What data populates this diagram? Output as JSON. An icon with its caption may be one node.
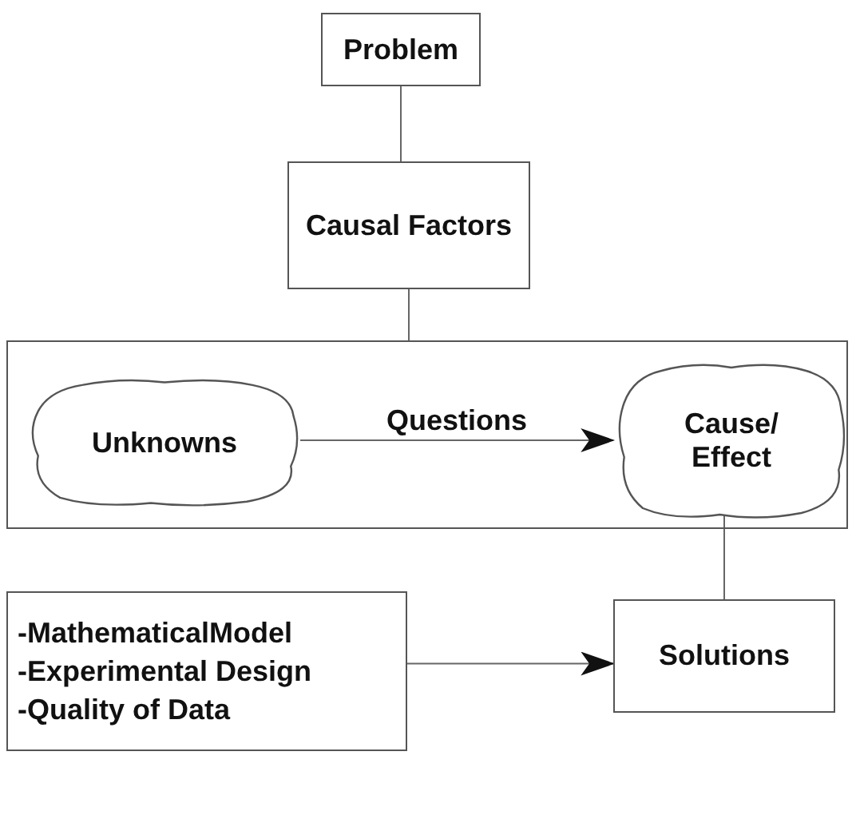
{
  "diagram": {
    "nodes": [
      {
        "text": [
          "Problem"
        ]
      },
      {
        "text": [
          "Causal Factors"
        ]
      },
      {
        "text": [],
        "shape": "box"
      },
      {
        "text": [
          "Unknowns"
        ],
        "in": 2
      },
      {
        "text": [
          "Cause/ Effect"
        ],
        "in": 2
      },
      {
        "text": [
          "-MathematicalModel",
          "-Experimental Design",
          "-Quality of Data"
        ]
      },
      {
        "text": [
          "Solutions"
        ]
      }
    ],
    "edges": [
      {
        "from": 0,
        "to": 1,
        "arrow": "none"
      },
      {
        "from": 1,
        "to": 2,
        "arrow": "none"
      },
      {
        "from": 3,
        "to": 4,
        "arrow": "to",
        "label": "Questions"
      },
      {
        "from": 4,
        "to": 6,
        "arrow": "none"
      },
      {
        "from": 5,
        "to": 6,
        "arrow": "to"
      }
    ]
  }
}
